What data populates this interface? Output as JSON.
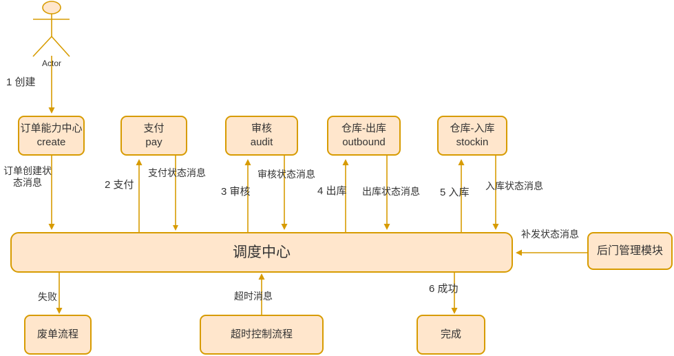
{
  "diagram": {
    "actor": {
      "label": "Actor"
    },
    "nodes": {
      "create": {
        "line1": "订单能力中心",
        "line2": "create"
      },
      "pay": {
        "line1": "支付",
        "line2": "pay"
      },
      "audit": {
        "line1": "审核",
        "line2": "audit"
      },
      "outbound": {
        "line1": "仓库-出库",
        "line2": "outbound"
      },
      "stockin": {
        "line1": "仓库-入库",
        "line2": "stockin"
      },
      "dispatch": {
        "label": "调度中心"
      },
      "backdoor": {
        "label": "后门管理模块"
      },
      "cancel": {
        "label": "废单流程"
      },
      "timeout": {
        "label": "超时控制流程"
      },
      "done": {
        "label": "完成"
      }
    },
    "edges": {
      "create_cmd": "1 创建",
      "create_status": "订单创建状态消息",
      "pay_cmd": "2 支付",
      "pay_status": "支付状态消息",
      "audit_cmd": "3 审核",
      "audit_status": "审核状态消息",
      "outbound_cmd": "4 出库",
      "outbound_status": "出库状态消息",
      "stockin_cmd": "5 入库",
      "stockin_status": "入库状态消息",
      "resend_status": "补发状态消息",
      "fail": "失败",
      "timeout_msg": "超时消息",
      "success": "6 成功"
    },
    "colors": {
      "node_fill": "#FFE6CC",
      "node_border": "#D79B00",
      "arrow": "#D79B00",
      "text": "#333333"
    }
  }
}
